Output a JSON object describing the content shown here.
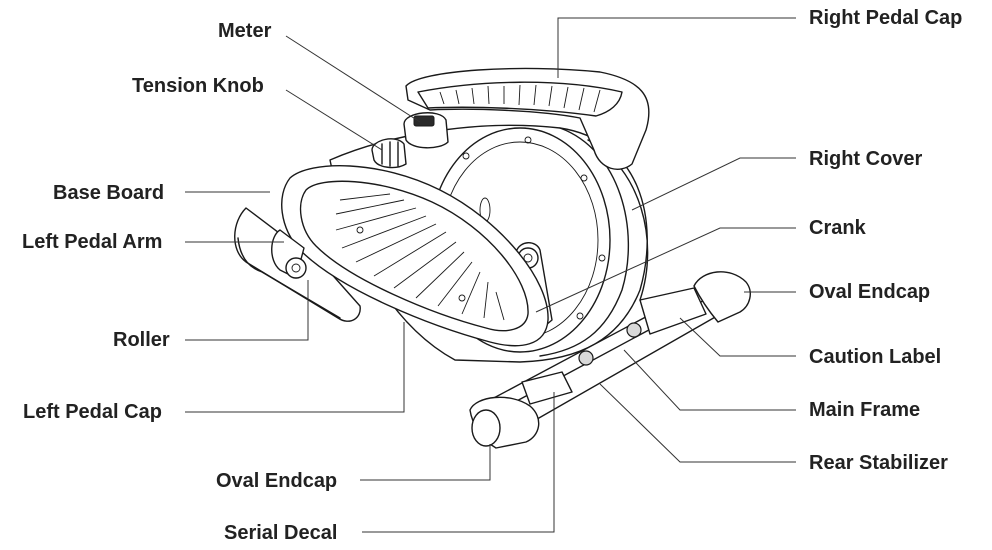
{
  "labels": {
    "meter": "Meter",
    "tension_knob": "Tension Knob",
    "base_board": "Base Board",
    "left_pedal_arm": "Left Pedal Arm",
    "roller": "Roller",
    "left_pedal_cap": "Left Pedal Cap",
    "oval_endcap_bottom": "Oval Endcap",
    "serial_decal": "Serial Decal",
    "right_pedal_cap": "Right Pedal Cap",
    "right_cover": "Right Cover",
    "crank": "Crank",
    "oval_endcap_right": "Oval Endcap",
    "caution_label": "Caution Label",
    "main_frame": "Main Frame",
    "rear_stabilizer": "Rear Stabilizer"
  },
  "colors": {
    "ink": "#1a1a1a",
    "label_text": "#222222",
    "background": "#ffffff"
  }
}
